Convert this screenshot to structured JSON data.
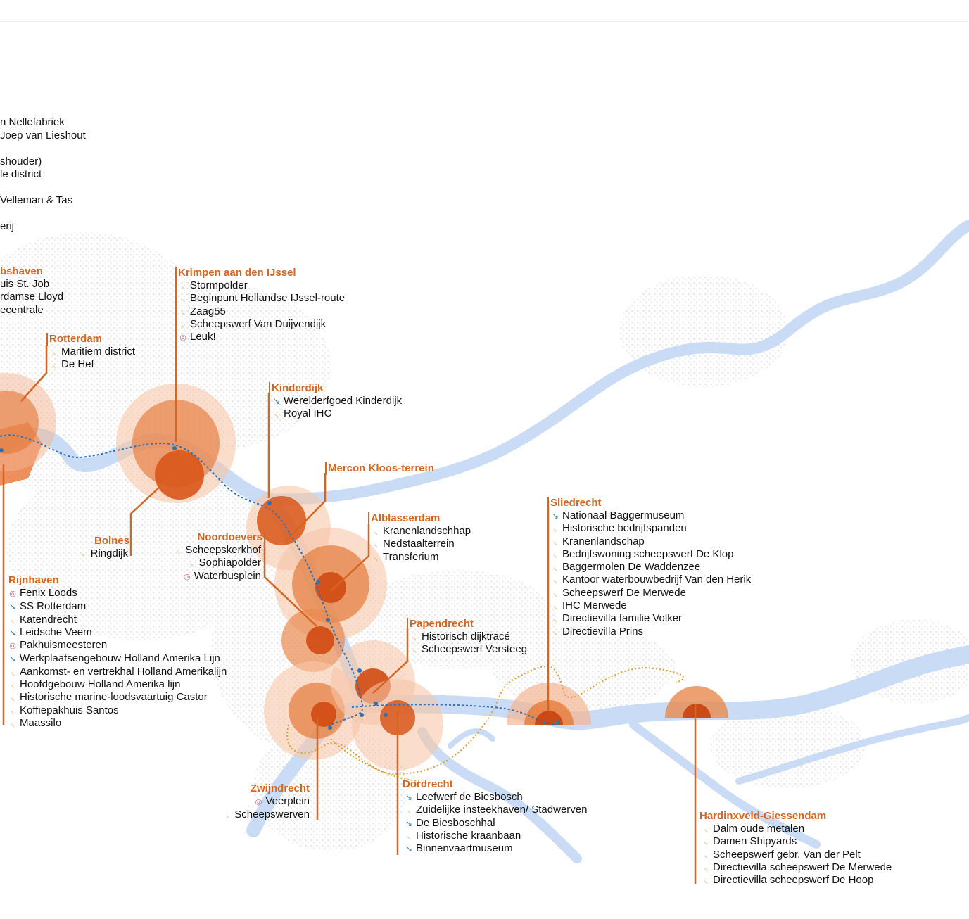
{
  "colors": {
    "accent": "#d4661f",
    "water": "#c9dbf5",
    "route_boat": "#2f6fb3",
    "route_walk": "#d9a12e",
    "heritage_icon": "#e0a44a",
    "museum_icon": "#2a7fa3",
    "event_icon": "#b06a8a"
  },
  "icon_names": {
    "heritage": "heritage-icon",
    "museum": "museum-icon",
    "event": "event-icon"
  },
  "cut_text": [
    "n Nellefabriek",
    "Joep van Lieshout",
    "shouder)",
    "le district",
    "Velleman & Tas",
    "erij"
  ],
  "places": {
    "rijnhaven_partial": {
      "title": "bshaven",
      "items": [
        "uis St. Job",
        "rdamse Lloyd",
        "ecentrale"
      ]
    },
    "rotterdam": {
      "title": "Rotterdam",
      "items": [
        "Maritiem district",
        "De Hef"
      ]
    },
    "krimpen": {
      "title": "Krimpen aan den IJssel",
      "items": [
        "Stormpolder",
        "Beginpunt Hollandse IJssel-route",
        "Zaag55",
        "Scheepswerf Van Duijvendijk",
        "Leuk!"
      ]
    },
    "kinderdijk": {
      "title": "Kinderdijk",
      "items": [
        "Werelderfgoed Kinderdijk",
        "Royal IHC"
      ]
    },
    "mercon": {
      "title": "Mercon Kloos-terrein"
    },
    "alblasserdam": {
      "title": "Alblasserdam",
      "items": [
        "Kranenlandschhap",
        "Nedstaalterrein",
        "Transferium"
      ]
    },
    "bolnes": {
      "title": "Bolnes",
      "items": [
        "Ringdijk"
      ]
    },
    "noordoevers": {
      "title": "Noordoevers",
      "items": [
        "Scheepskerkhof",
        "Sophiapolder",
        "Waterbusplein"
      ]
    },
    "rijnhaven": {
      "title": "Rijnhaven",
      "items": [
        "Fenix Loods",
        "SS Rotterdam",
        "Katendrecht",
        "Leidsche Veem",
        "Pakhuismeesteren",
        "Werkplaatsengebouw Holland Amerika Lijn",
        "Aankomst- en vertrekhal Holland Amerikalijn",
        "Hoofdgebouw Holland Amerika lijn",
        "Historische marine-loodsvaartuig Castor",
        "Koffiepakhuis Santos",
        "Maassilo"
      ]
    },
    "sliedrecht": {
      "title": "Sliedrecht",
      "items": [
        "Nationaal Baggermuseum",
        "Historische bedrijfspanden",
        "Kranenlandschap",
        "Bedrijfswoning scheepswerf De Klop",
        "Baggermolen De Waddenzee",
        "Kantoor waterbouwbedrijf Van den Herik",
        "Scheepswerf De Merwede",
        "IHC Merwede",
        "Directievilla familie Volker",
        "Directievilla Prins"
      ]
    },
    "papendrecht": {
      "title": "Papendrecht",
      "items": [
        "Historisch dijktracé",
        "Scheepswerf Versteeg"
      ]
    },
    "zwijndrecht": {
      "title": "Zwijndrecht",
      "items": [
        "Veerplein",
        "Scheepswerven"
      ]
    },
    "dordrecht": {
      "title": "Dordrecht",
      "items": [
        "Leefwerf de Biesbosch",
        "Zuidelijke insteekhaven/ Stadwerven",
        "De Biesboschhal",
        "Historische kraanbaan",
        "Binnenvaartmuseum"
      ]
    },
    "hardinxveld": {
      "title": "Hardinxveld-Giessendam",
      "items": [
        "Dalm oude metalen",
        "Damen Shipyards",
        "Scheepswerf gebr. Van der Pelt",
        "Directievilla scheepswerf De Merwede",
        "Directievilla scheepswerf De Hoop"
      ]
    }
  }
}
